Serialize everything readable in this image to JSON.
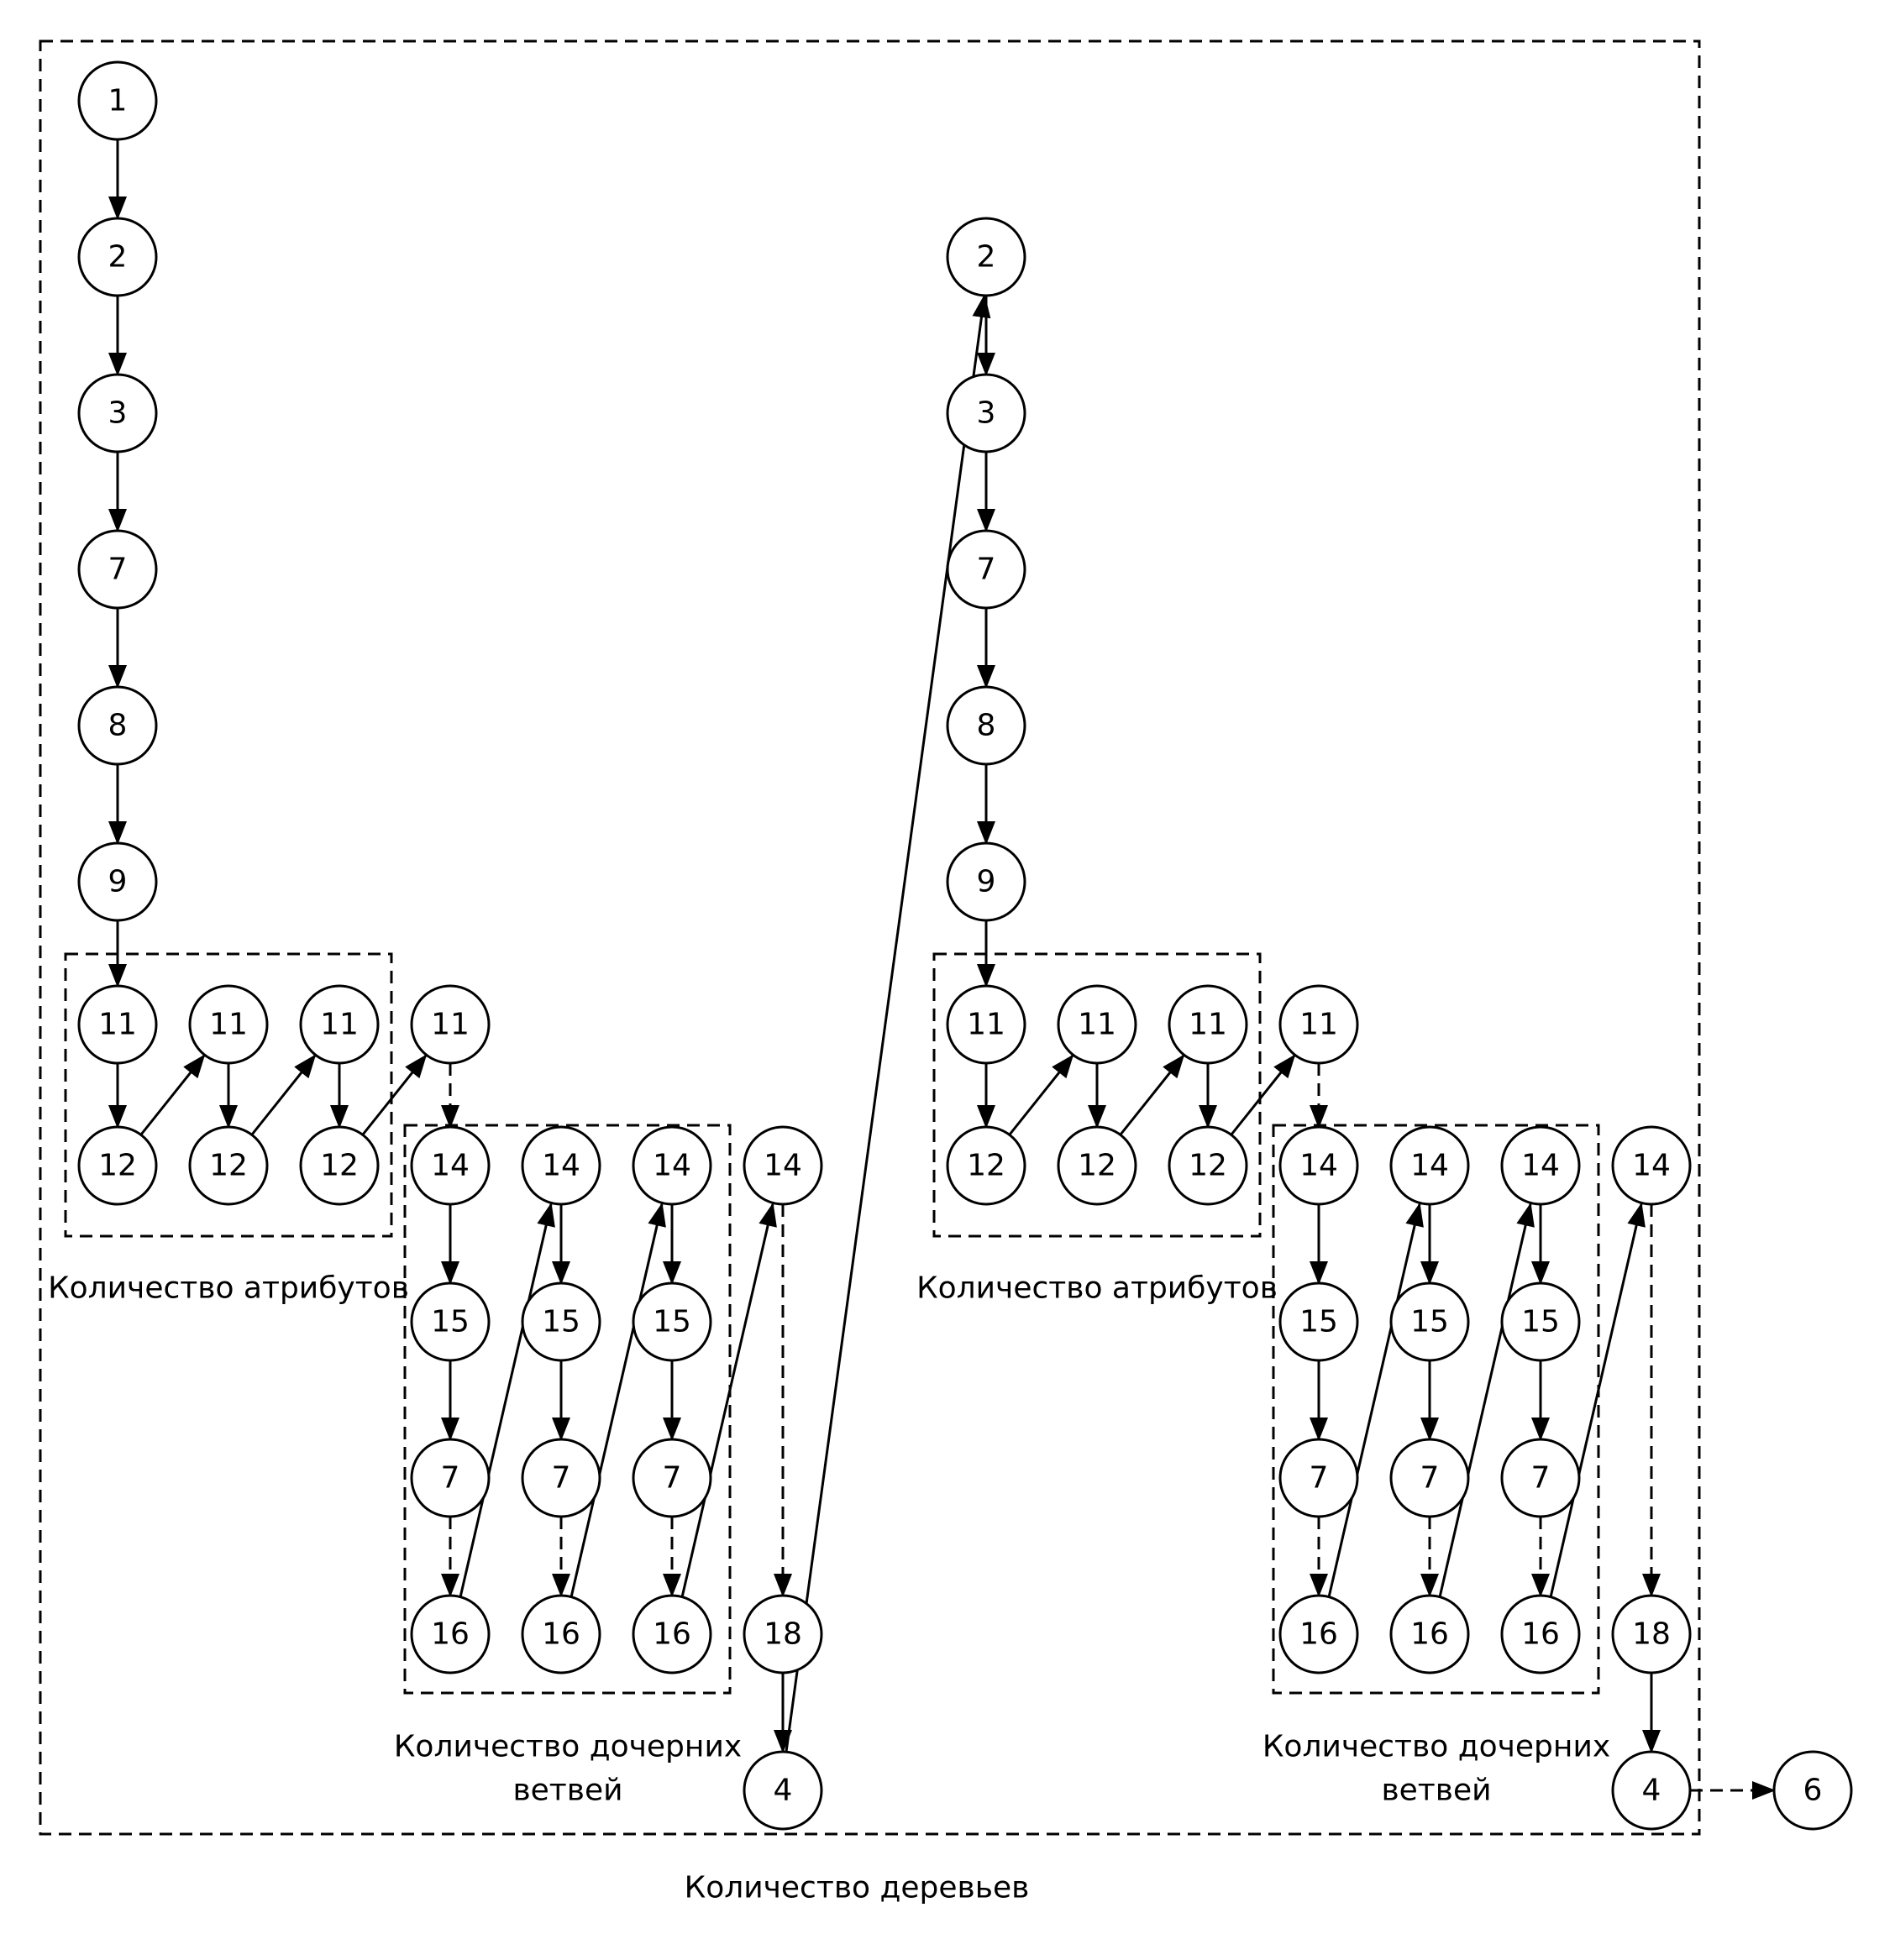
{
  "labels": {
    "attributes": "Количество атрибутов",
    "branches_line1": "Количество дочерних",
    "branches_line2": "ветвей",
    "trees": "Количество деревьев"
  },
  "colors": {
    "stroke": "#000000",
    "background": "#ffffff"
  },
  "nodes": {
    "a1": "1",
    "a2": "2",
    "a3": "3",
    "a7": "7",
    "a8": "8",
    "a9": "9",
    "a11a": "11",
    "a11b": "11",
    "a11c": "11",
    "a11d": "11",
    "a12a": "12",
    "a12b": "12",
    "a12c": "12",
    "a14a": "14",
    "a14b": "14",
    "a14c": "14",
    "a14d": "14",
    "a15a": "15",
    "a15b": "15",
    "a15c": "15",
    "a7a": "7",
    "a7b": "7",
    "a7c": "7",
    "a16a": "16",
    "a16b": "16",
    "a16c": "16",
    "a18": "18",
    "a4": "4",
    "b2": "2",
    "b3": "3",
    "b7": "7",
    "b8": "8",
    "b9": "9",
    "b11a": "11",
    "b11b": "11",
    "b11c": "11",
    "b11d": "11",
    "b12a": "12",
    "b12b": "12",
    "b12c": "12",
    "b14a": "14",
    "b14b": "14",
    "b14c": "14",
    "b14d": "14",
    "b15a": "15",
    "b15b": "15",
    "b15c": "15",
    "b7a": "7",
    "b7b": "7",
    "b7c": "7",
    "b16a": "16",
    "b16b": "16",
    "b16c": "16",
    "b18": "18",
    "b4": "4",
    "n6": "6"
  }
}
